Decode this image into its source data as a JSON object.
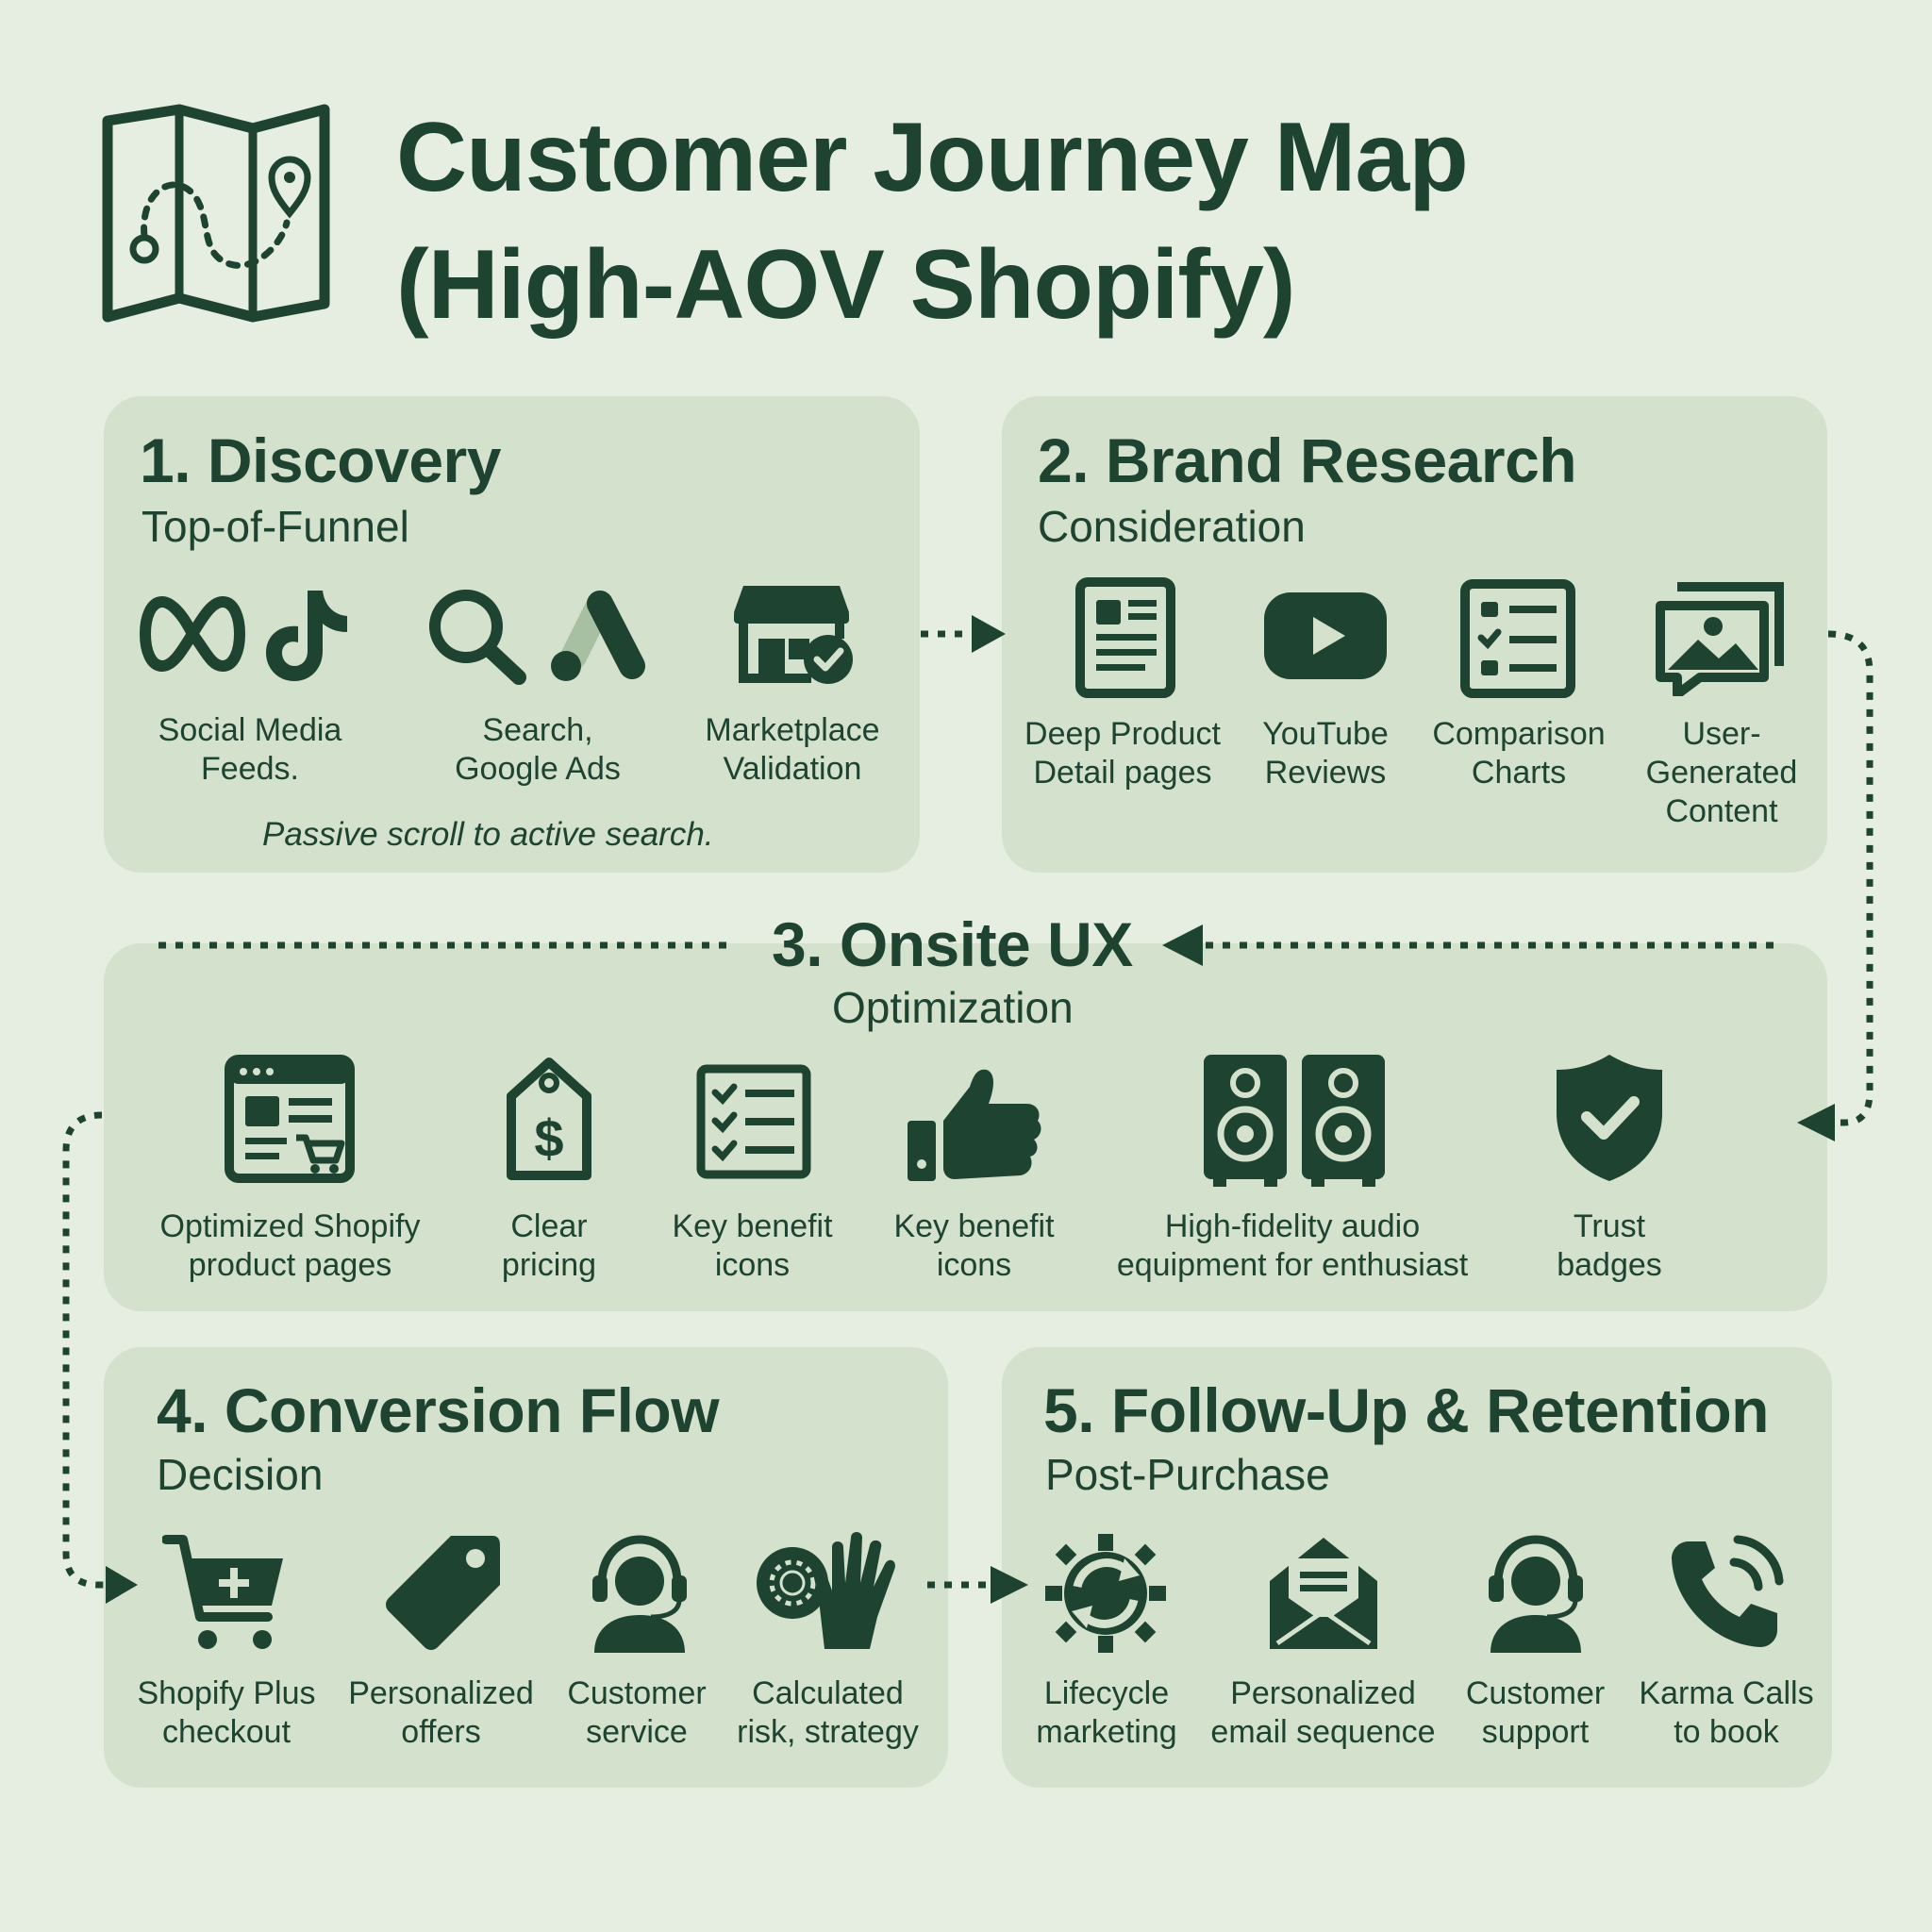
{
  "page": {
    "title_line1": "Customer Journey Map",
    "title_line2": "(High-AOV Shopify)",
    "logo_icon": "folded-map-icon"
  },
  "colors": {
    "background": "#e5eee0",
    "card": "#d3e1cd",
    "ink": "#1e4431"
  },
  "stages": [
    {
      "title": "1. Discovery",
      "subtitle": "Top-of-Funnel",
      "note": "Passive scroll to active search.",
      "items": [
        {
          "label": "Social Media\nFeeds.",
          "icons": [
            "meta-icon",
            "tiktok-icon"
          ]
        },
        {
          "label": "Search,\nGoogle Ads",
          "icons": [
            "search-icon",
            "google-ads-icon"
          ]
        },
        {
          "label": "Marketplace\nValidation",
          "icons": [
            "storefront-check-icon"
          ]
        }
      ]
    },
    {
      "title": "2. Brand Research",
      "subtitle": "Consideration",
      "items": [
        {
          "label": "Deep Product\nDetail pages",
          "icons": [
            "document-icon"
          ]
        },
        {
          "label": "YouTube\nReviews",
          "icons": [
            "youtube-icon"
          ]
        },
        {
          "label": "Comparison\nCharts",
          "icons": [
            "checklist-icon"
          ]
        },
        {
          "label": "User-\nGenerated\nContent",
          "icons": [
            "image-gallery-icon"
          ]
        }
      ]
    },
    {
      "title": "3. Onsite UX",
      "subtitle": "Optimization",
      "items": [
        {
          "label": "Optimized Shopify\nproduct pages",
          "icons": [
            "browser-cart-icon"
          ]
        },
        {
          "label": "Clear\npricing",
          "icons": [
            "price-tag-icon"
          ]
        },
        {
          "label": "Key benefit\nicons",
          "icons": [
            "checklist-icon"
          ]
        },
        {
          "label": "Key benefit\nicons",
          "icons": [
            "thumbs-up-icon"
          ]
        },
        {
          "label": "High-fidelity audio\nequipment for enthusiast",
          "icons": [
            "speakers-icon"
          ]
        },
        {
          "label": "Trust\nbadges",
          "icons": [
            "shield-check-icon"
          ]
        }
      ]
    },
    {
      "title": "4. Conversion Flow",
      "subtitle": "Decision",
      "items": [
        {
          "label": "Shopify Plus\ncheckout",
          "icons": [
            "cart-plus-icon"
          ]
        },
        {
          "label": "Personalized\noffers",
          "icons": [
            "tag-icon"
          ]
        },
        {
          "label": "Customer\nservice",
          "icons": [
            "headset-agent-icon"
          ]
        },
        {
          "label": "Calculated\nrisk, strategy",
          "icons": [
            "poker-chip-glove-icon"
          ]
        }
      ]
    },
    {
      "title": "5. Follow-Up & Retention",
      "subtitle": "Post-Purchase",
      "items": [
        {
          "label": "Lifecycle\nmarketing",
          "icons": [
            "cycle-gear-icon"
          ]
        },
        {
          "label": "Personalized\nemail sequence",
          "icons": [
            "open-envelope-icon"
          ]
        },
        {
          "label": "Customer\nsupport",
          "icons": [
            "headset-agent-icon"
          ]
        },
        {
          "label": "Karma Calls\nto book",
          "icons": [
            "phone-call-icon"
          ]
        }
      ]
    }
  ]
}
